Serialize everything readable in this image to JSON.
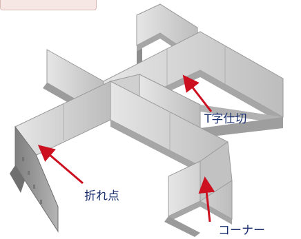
{
  "colors": {
    "wall_light": "#dcdcdc",
    "wall_mid": "#c6c6c6",
    "wall_dark": "#8a8a8a",
    "footing": "#a9a9a9",
    "arrow": "#cc1020",
    "label": "#1a2f6f",
    "tab_fill": "#f6e7e4"
  },
  "callouts": {
    "t_partition": "T字仕切",
    "bend_point": "折れ点",
    "corner": "コーナー"
  }
}
